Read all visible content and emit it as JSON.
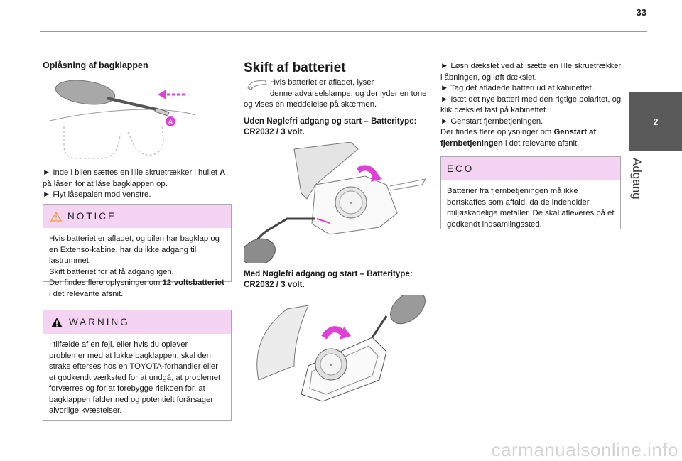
{
  "page": {
    "number": "33",
    "tab_number": "2",
    "section_label": "Adgang",
    "watermark": "carmanualsonline.info"
  },
  "left_column": {
    "heading": "Oplåsning af bagklappen",
    "illustration_label": "A",
    "step1": "► Inde i bilen sættes en lille skruetrækker i hullet",
    "step1_bold": "A",
    "step1_rest": "på låsen for at låse bagklappen op.",
    "step2": "► Flyt låsepalen mod venstre.",
    "notice": {
      "label": "NOTICE",
      "line1": "Hvis batteriet er afladet, og bilen har bagklap og en Extenso-kabine, har du ikke adgang til lastrummet.",
      "line2": "Skift batteriet for at få adgang igen.",
      "line3": "Der findes flere oplysninger om",
      "line3_bold": "12-voltsbatteriet",
      "line3_rest": "i det relevante afsnit."
    },
    "warning": {
      "label": "WARNING",
      "text": "I tilfælde af en fejl, eller hvis du oplever problemer med at lukke bagklappen, skal den straks efterses hos en TOYOTA-forhandler eller et godkendt værksted for at undgå, at problemet forværres og for at forebygge risikoen for, at bagklappen falder ned og potentielt forårsager alvorlige kvæstelser."
    }
  },
  "middle_column": {
    "heading": "Skift af batteriet",
    "intro_line1": "Hvis batteriet er afladet, lyser",
    "intro_line2": "denne advarselslampe, og der lyder en tone og vises en meddelelse på skærmen.",
    "sub1": "Uden Nøglefri adgang og start – Batteritype: CR2032 / 3 volt.",
    "sub2": "Med Nøglefri adgang og start – Batteritype: CR2032 / 3 volt."
  },
  "right_column": {
    "steps": [
      "► Løsn dækslet ved at isætte en lille skruetrækker i åbningen, og løft dækslet.",
      "► Tag det afladede batteri ud af kabinettet.",
      "► Isæt det nye batteri med den rigtige polaritet, og klik dækslet fast på kabinettet.",
      "► Genstart fjernbetjeningen."
    ],
    "more_info": "Der findes flere oplysninger om",
    "more_info_bold": "Genstart af fjernbetjeningen",
    "more_info_rest": "i det relevante afsnit.",
    "eco": {
      "label": "ECO",
      "text": "Batterier fra fjernbetjeningen må ikke bortskaffes som affald, da de indeholder miljøskadelige metaller. De skal afleveres på et godkendt indsamlingssted."
    }
  },
  "colors": {
    "box_header": "#f4d4f2",
    "arrow_magenta": "#e040d8",
    "side_tab": "#5a5a5a"
  }
}
